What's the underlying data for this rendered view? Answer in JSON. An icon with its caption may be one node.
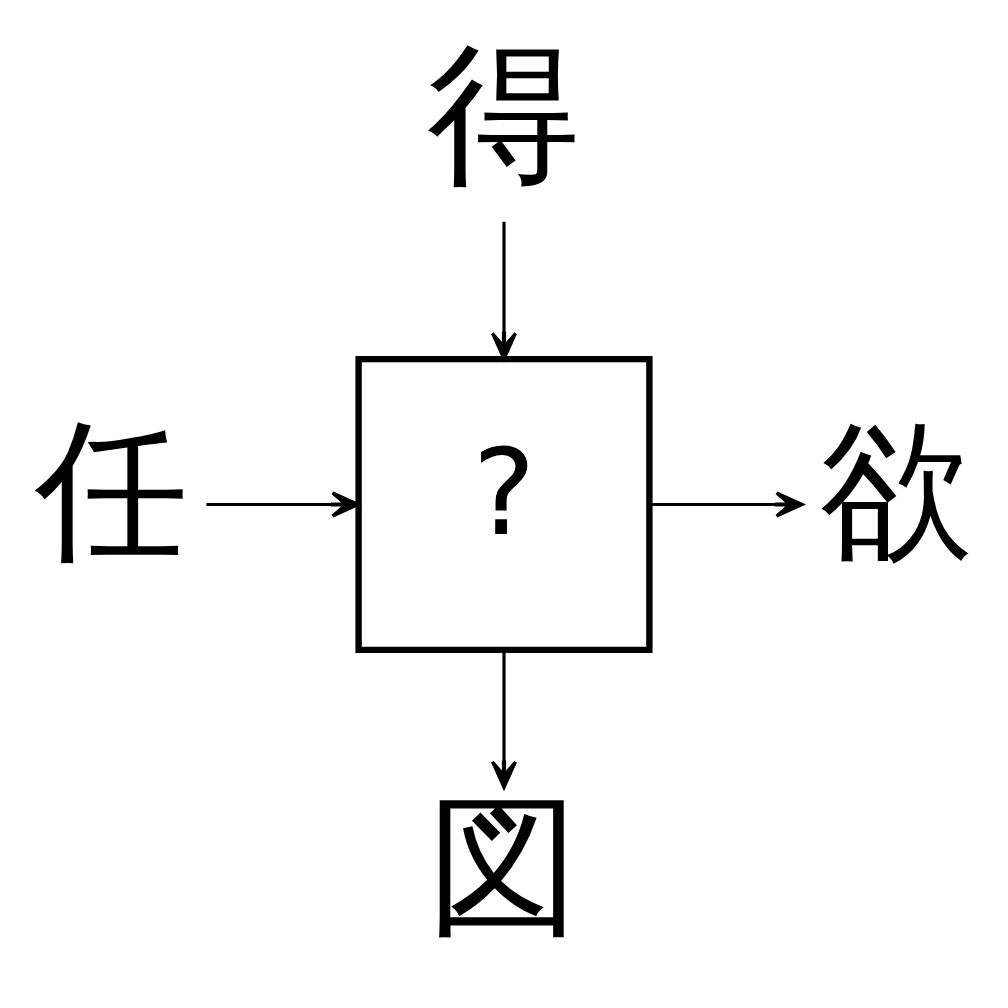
{
  "diagram": {
    "nodes": [
      {
        "text": [
          "得"
        ]
      },
      {
        "text": [
          "任"
        ]
      },
      {
        "text": [
          "?"
        ]
      },
      {
        "text": [
          "欲"
        ]
      },
      {
        "text": [
          "図"
        ]
      }
    ],
    "edges": [
      {
        "from": 0,
        "to": 2,
        "arrow": "to"
      },
      {
        "from": 1,
        "to": 2,
        "arrow": "to"
      },
      {
        "from": 2,
        "to": 3,
        "arrow": "to"
      },
      {
        "from": 2,
        "to": 4,
        "arrow": "to"
      }
    ]
  }
}
